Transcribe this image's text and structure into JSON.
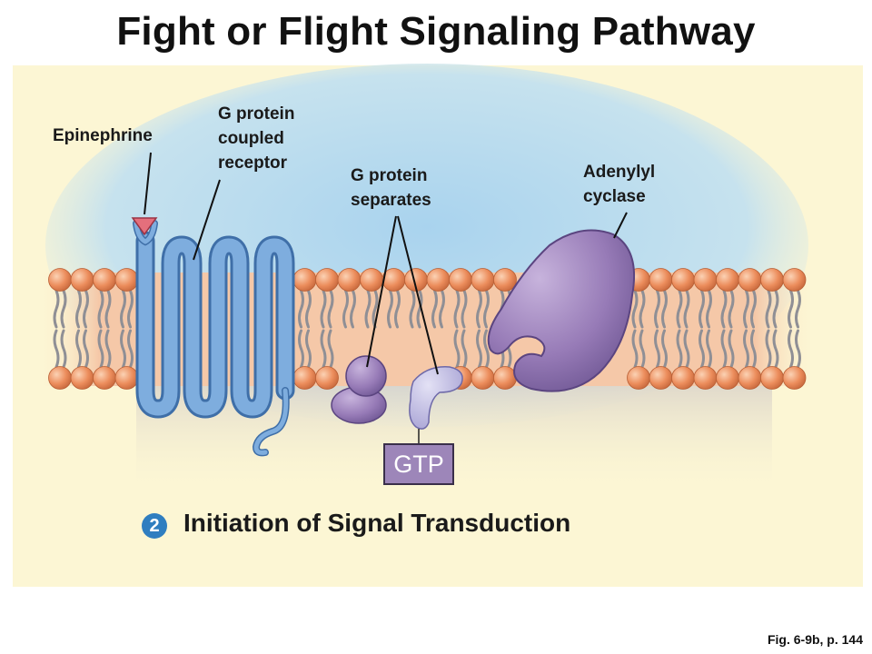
{
  "title": "Fight or Flight Signaling Pathway",
  "labels": {
    "epinephrine": "Epinephrine",
    "receptor": [
      "G protein",
      "coupled",
      "receptor"
    ],
    "g_protein": [
      "G protein",
      "separates"
    ],
    "adenylyl": [
      "Adenylyl",
      "cyclase"
    ]
  },
  "gtp": "GTP",
  "step": {
    "number": "2",
    "title": "Initiation of Signal Transduction"
  },
  "figure_ref": "Fig. 6-9b, p. 144",
  "colors": {
    "receptor": "#6f9fd4",
    "phospholipid_head": "#e8895a",
    "g_protein": "#8f78b2",
    "g_protein_light": "#b7b4dc",
    "adenylyl_cyclase": "#9b7fb6",
    "ligand": "#e06a78"
  }
}
